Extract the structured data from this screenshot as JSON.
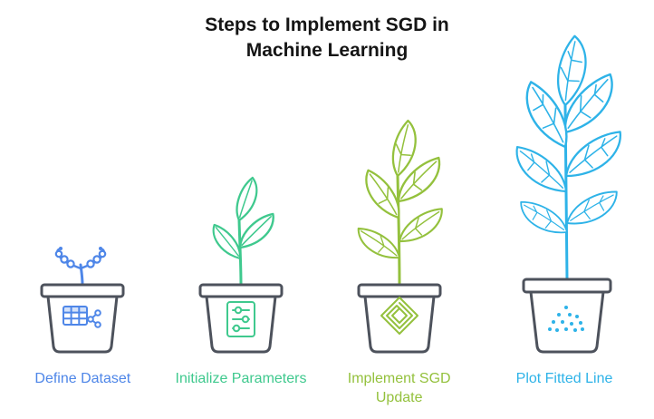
{
  "title": {
    "line1": "Steps to Implement SGD in",
    "line2": "Machine Learning"
  },
  "colors": {
    "title": "#151515",
    "pot_outline": "#4d525c",
    "background": "#ffffff"
  },
  "steps": [
    {
      "label": "Define Dataset",
      "color": "#4e86e8",
      "icon": "dataset-table-icon",
      "plant_stage": "sprout"
    },
    {
      "label": "Initialize Parameters",
      "color": "#3fc98e",
      "icon": "sliders-icon",
      "plant_stage": "small-plant"
    },
    {
      "label": "Implement SGD Update",
      "color": "#94c13d",
      "icon": "maze-icon",
      "plant_stage": "medium-plant"
    },
    {
      "label": "Plot Fitted Line",
      "color": "#2eb3e8",
      "icon": "scatter-dots-icon",
      "plant_stage": "large-plant"
    }
  ]
}
